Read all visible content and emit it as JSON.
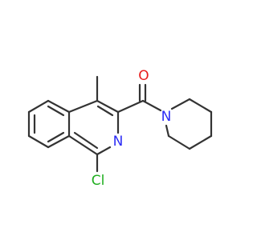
{
  "colors": {
    "bond": "#333333",
    "nitrogen": "#2d2df5",
    "oxygen": "#e81d1d",
    "chlorine": "#1fae1f"
  },
  "atoms": {
    "o_label": "O",
    "n_ring_label": "N",
    "n_piperidine_label": "N",
    "cl_label": "Cl"
  }
}
